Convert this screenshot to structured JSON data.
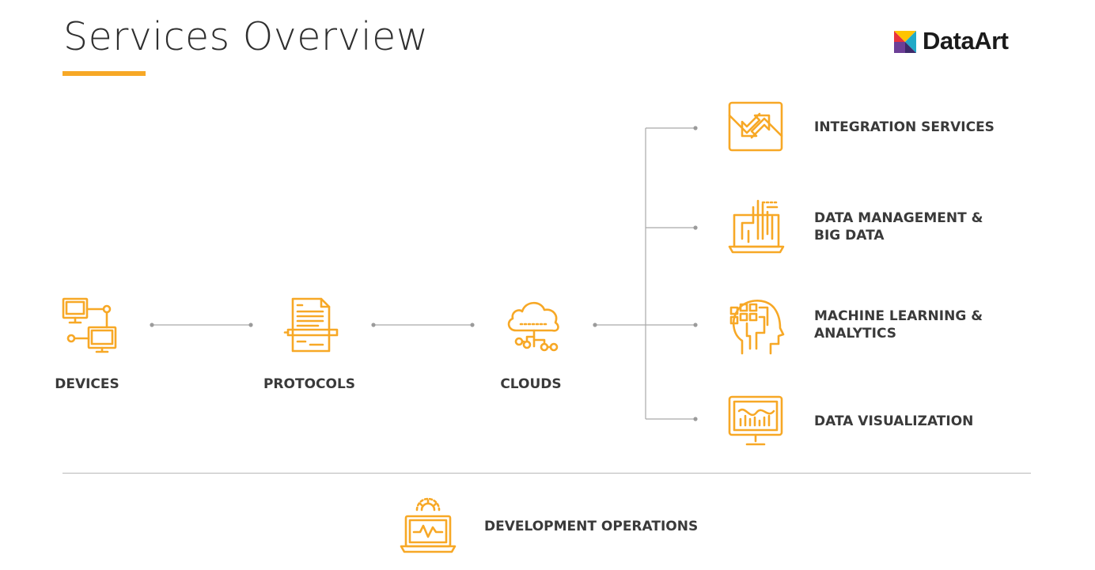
{
  "header": {
    "title": "Services Overview",
    "logo_text": "DataArt"
  },
  "colors": {
    "accent": "#f7a826",
    "text": "#3a3a3a",
    "connector": "#a9a9a9",
    "logo_yellow": "#ffc400",
    "logo_red": "#e8333c",
    "logo_purple": "#6d3f97",
    "logo_teal": "#21a9c7"
  },
  "pipeline": [
    {
      "label": "DEVICES",
      "icon": "devices-network-icon"
    },
    {
      "label": "PROTOCOLS",
      "icon": "document-pencil-icon"
    },
    {
      "label": "CLOUDS",
      "icon": "cloud-network-icon"
    }
  ],
  "services": [
    {
      "label": "INTEGRATION SERVICES",
      "icon": "integration-arrows-icon"
    },
    {
      "label_line1": "DATA MANAGEMENT &",
      "label_line2": "BIG DATA",
      "icon": "laptop-data-icon"
    },
    {
      "label_line1": "MACHINE LEARNING &",
      "label_line2": "ANALYTICS",
      "icon": "ai-head-icon"
    },
    {
      "label": "DATA VISUALIZATION",
      "icon": "monitor-chart-icon"
    }
  ],
  "footer_service": {
    "label": "DEVELOPMENT OPERATIONS",
    "icon": "laptop-gear-icon"
  }
}
